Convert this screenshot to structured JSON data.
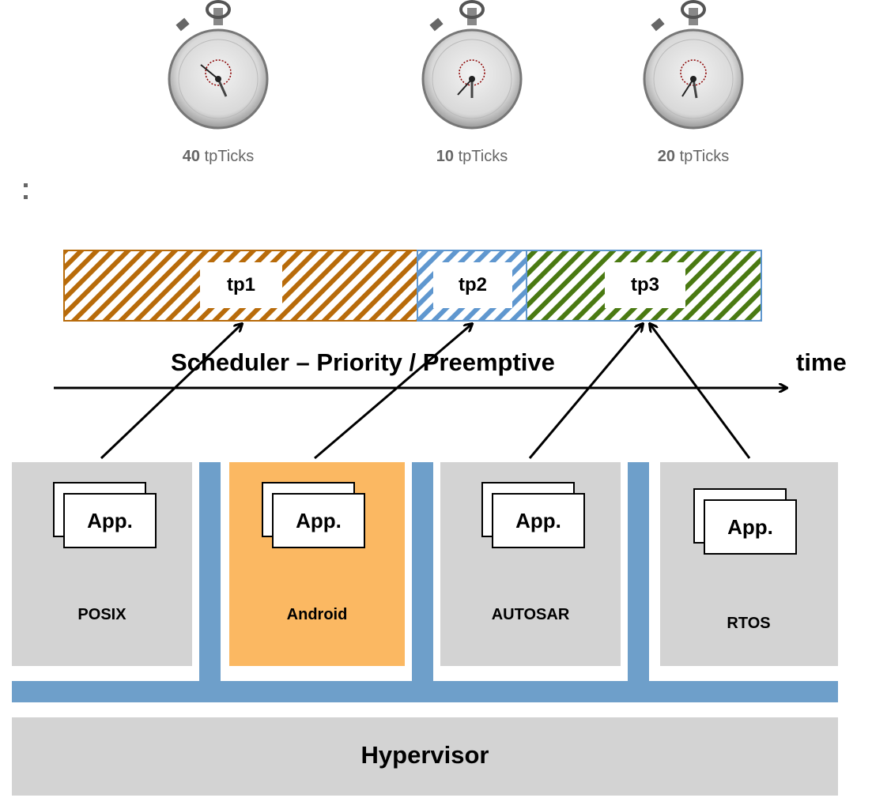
{
  "stopwatches": [
    {
      "value": "40",
      "unit": "tpTicks",
      "icon": "stopwatch-icon"
    },
    {
      "value": "10",
      "unit": "tpTicks",
      "icon": "stopwatch-icon"
    },
    {
      "value": "20",
      "unit": "tpTicks",
      "icon": "stopwatch-icon"
    }
  ],
  "partitions": [
    {
      "label": "tp1",
      "color": "#b86b0a"
    },
    {
      "label": "tp2",
      "color": "#5f97cf"
    },
    {
      "label": "tp3",
      "color": "#4a7a12"
    }
  ],
  "scheduler": {
    "title": "Scheduler – Priority / Preemptive",
    "axis_label": "time"
  },
  "guests": [
    {
      "app": "App.",
      "os": "POSIX",
      "color": "#d3d3d3"
    },
    {
      "app": "App.",
      "os": "Android",
      "color": "#fbb862"
    },
    {
      "app": "App.",
      "os": "AUTOSAR",
      "color": "#d3d3d3"
    },
    {
      "app": "App.",
      "os": "RTOS",
      "color": "#d3d3d3"
    }
  ],
  "hypervisor": {
    "label": "Hypervisor",
    "color": "#d3d3d3"
  },
  "bus_color": "#6e9fca"
}
